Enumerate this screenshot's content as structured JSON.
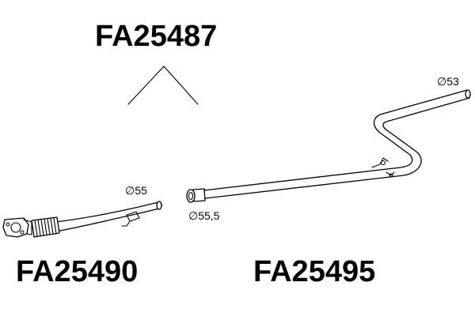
{
  "parts": {
    "assembly": {
      "number": "FA25487"
    },
    "front_pipe": {
      "number": "FA25490",
      "diameter": "∅55"
    },
    "rear_pipe": {
      "number": "FA25495",
      "inlet_diameter": "∅55,5",
      "outlet_diameter": "∅53"
    }
  },
  "colors": {
    "line": "#000000",
    "background": "#ffffff"
  }
}
